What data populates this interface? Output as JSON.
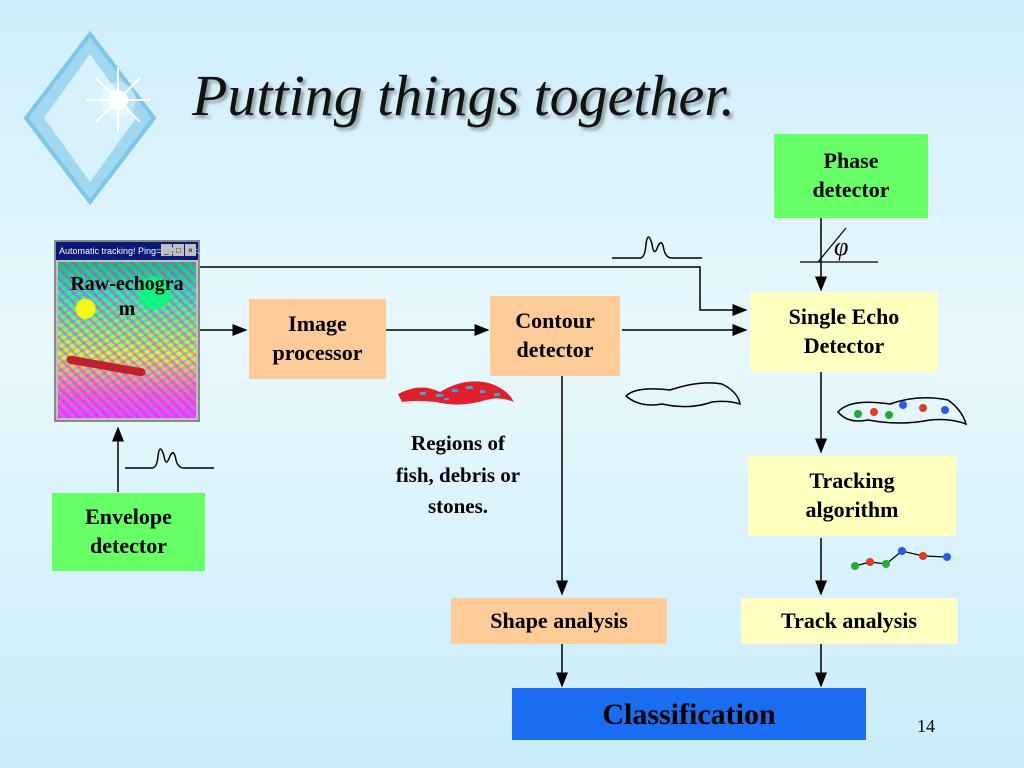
{
  "slide": {
    "title": "Putting things together.",
    "page_number": "14"
  },
  "boxes": {
    "phase_detector": "Phase detector",
    "raw_echogram": "Raw-echogram",
    "image_processor": "Image processor",
    "contour_detector": "Contour detector",
    "single_echo_detector": "Single Echo Detector",
    "envelope_detector": "Envelope detector",
    "tracking_algorithm": "Tracking algorithm",
    "shape_analysis": "Shape analysis",
    "track_analysis": "Track analysis",
    "classification": "Classification"
  },
  "echogram_window": {
    "title_bar": "Automatic tracking! Ping=2159, R=..."
  },
  "annotations": {
    "regions": "Regions of fish, debris or stones.",
    "phase_symbol": "φ"
  },
  "colors": {
    "green_box": "#66ff66",
    "peach_box": "#ffcc99",
    "yellow_box": "#ffffc0",
    "blue_box": "#1a6cf0"
  }
}
